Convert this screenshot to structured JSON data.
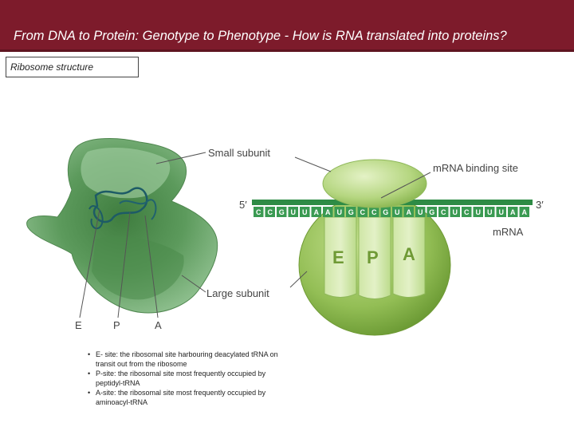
{
  "header": {
    "title": "From DNA to Protein: Genotype to Phenotype - How is RNA translated into proteins?",
    "color": "#7d1b2b"
  },
  "section": {
    "label": "Ribosome structure"
  },
  "diagram": {
    "labels": {
      "small_subunit": "Small subunit",
      "large_subunit": "Large subunit",
      "mrna_binding_site": "mRNA binding site",
      "five_prime": "5′",
      "three_prime": "3′",
      "mrna": "mRNA",
      "site_e": "E",
      "site_p": "P",
      "site_a": "A"
    },
    "structure_labels": [
      "E",
      "P",
      "A"
    ],
    "mrna_bases": [
      "C",
      "C",
      "G",
      "U",
      "U",
      "A",
      "A",
      "U",
      "G",
      "C",
      "C",
      "G",
      "U",
      "A",
      "U",
      "G",
      "C",
      "U",
      "C",
      "U",
      "U",
      "U",
      "A",
      "A"
    ],
    "colors": {
      "light_green": "#a9cf6e",
      "dark_green": "#5d8a2b",
      "mrna_green": "#2e8b45",
      "structure_green": "#6aa86a"
    }
  },
  "notes": [
    "E- site: the ribosomal site harbouring  deacylated tRNA on transit out from the ribosome",
    "P-site: the ribosomal site most frequently occupied by peptidyl-tRNA",
    "A-site: the ribosomal site most frequently occupied by aminoacyl-tRNA"
  ]
}
